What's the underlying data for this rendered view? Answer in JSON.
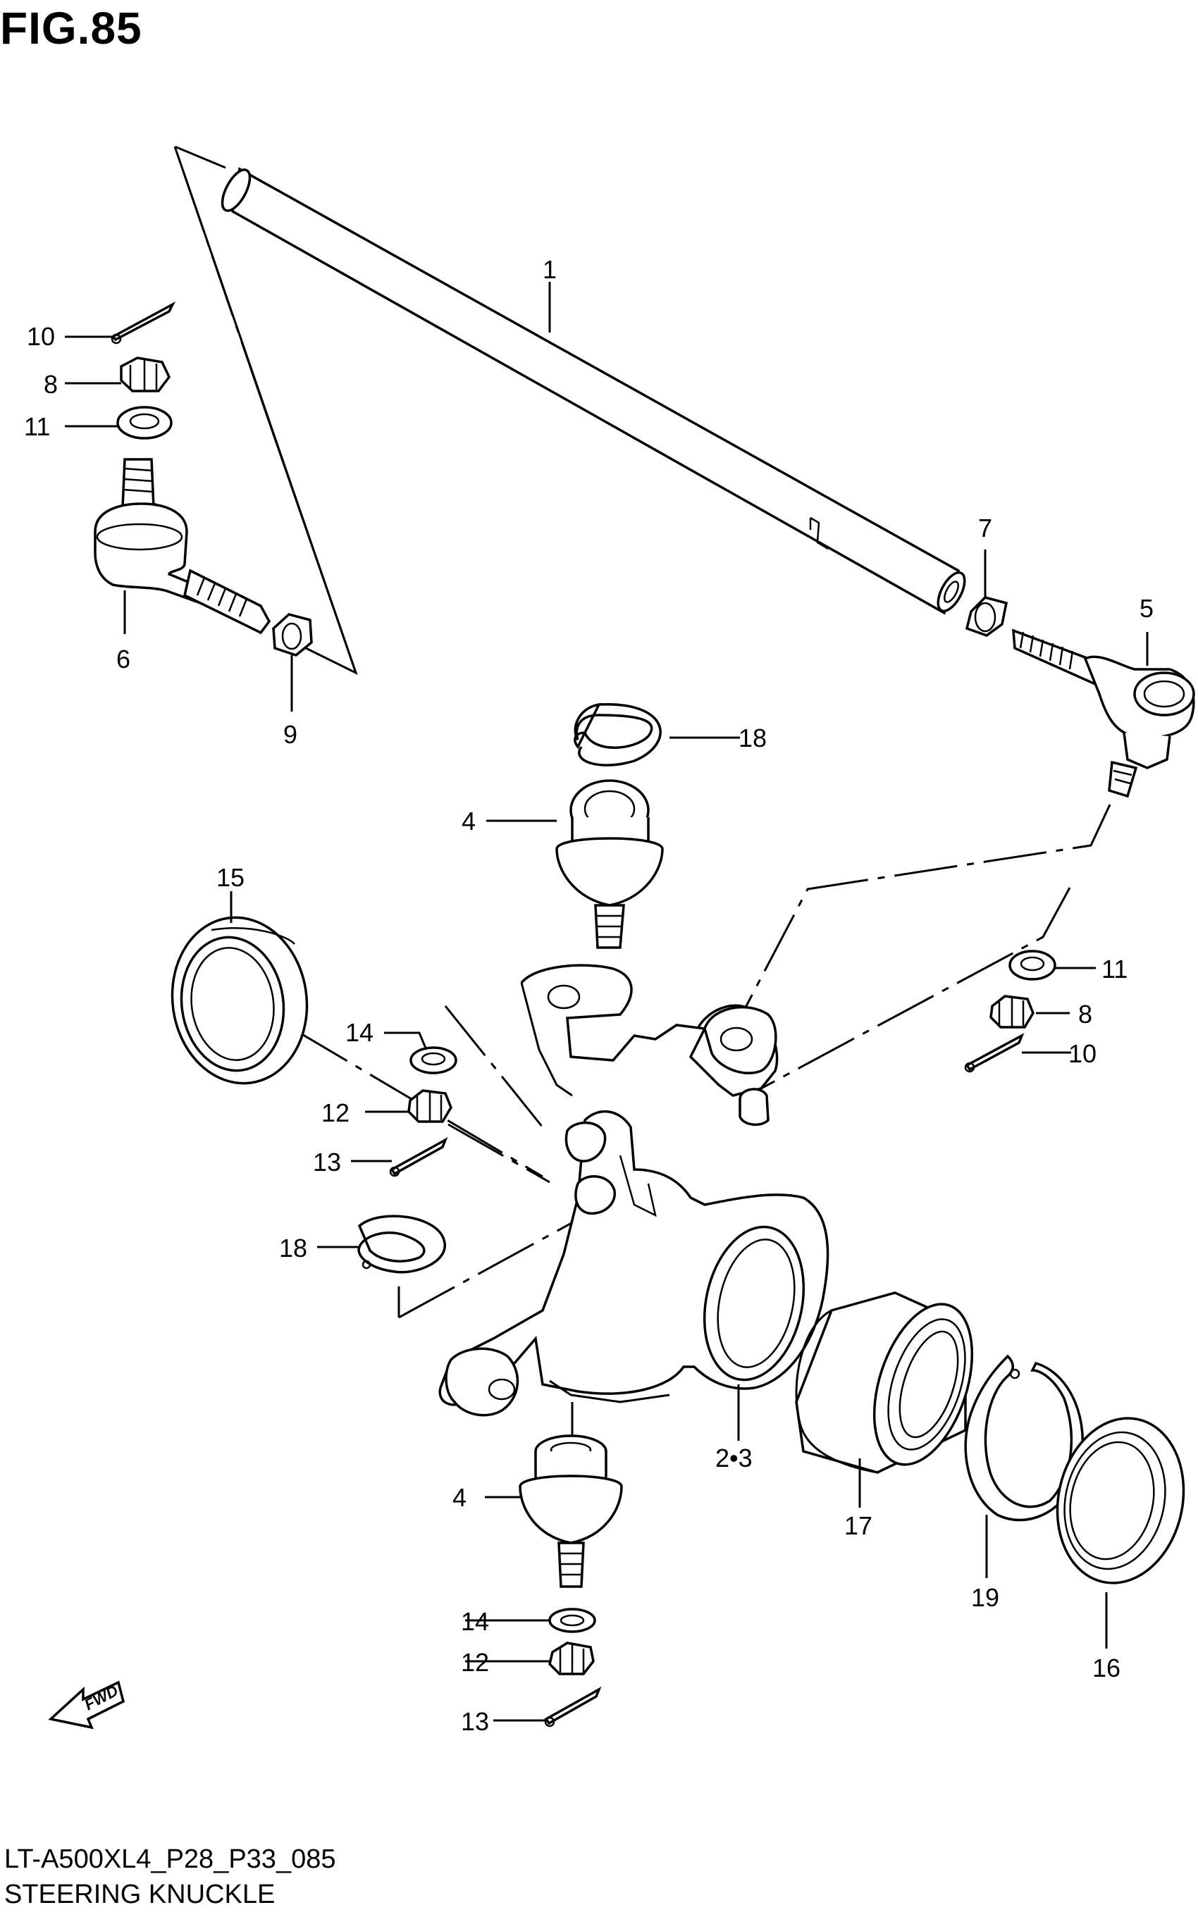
{
  "figure": {
    "title": "FIG.85",
    "code": "LT-A500XL4_P28_P33_085",
    "name": "STEERING KNUCKLE"
  },
  "fwd_badge": "FWD",
  "callouts": [
    {
      "id": "c1",
      "text": "1"
    },
    {
      "id": "c10a",
      "text": "10"
    },
    {
      "id": "c8a",
      "text": "8"
    },
    {
      "id": "c11a",
      "text": "11"
    },
    {
      "id": "c6",
      "text": "6"
    },
    {
      "id": "c9",
      "text": "9"
    },
    {
      "id": "c7",
      "text": "7"
    },
    {
      "id": "c5",
      "text": "5"
    },
    {
      "id": "c18a",
      "text": "18"
    },
    {
      "id": "c4a",
      "text": "4"
    },
    {
      "id": "c15",
      "text": "15"
    },
    {
      "id": "c11b",
      "text": "11"
    },
    {
      "id": "c8b",
      "text": "8"
    },
    {
      "id": "c10b",
      "text": "10"
    },
    {
      "id": "c14a",
      "text": "14"
    },
    {
      "id": "c12a",
      "text": "12"
    },
    {
      "id": "c13a",
      "text": "13"
    },
    {
      "id": "c18b",
      "text": "18"
    },
    {
      "id": "c23",
      "text": "2•3"
    },
    {
      "id": "c4b",
      "text": "4"
    },
    {
      "id": "c17",
      "text": "17"
    },
    {
      "id": "c19",
      "text": "19"
    },
    {
      "id": "c16",
      "text": "16"
    },
    {
      "id": "c14b",
      "text": "14"
    },
    {
      "id": "c12b",
      "text": "12"
    },
    {
      "id": "c13b",
      "text": "13"
    }
  ]
}
